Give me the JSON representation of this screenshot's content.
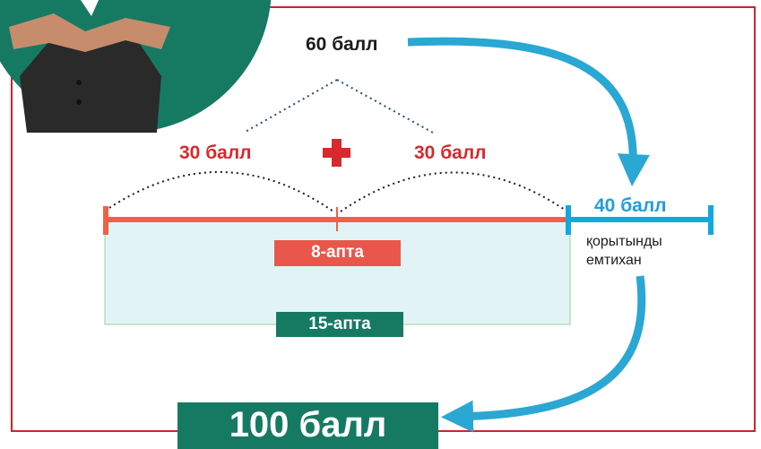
{
  "top_score": "60 балл",
  "left_half": "30 балл",
  "right_half": "30 балл",
  "exam_score": "40 балл",
  "exam_note": [
    "қорытынды",
    "емтихан"
  ],
  "week_8_label": "8-апта",
  "week_15_label": "15-апта",
  "total_score": "100 балл",
  "colors": {
    "frame": "#c8262c",
    "timeline": "#ef6145",
    "exam_blue": "#11a8e0",
    "arrow_blue": "#2aa7d3",
    "plus_red": "#d62a2e",
    "week8_bg": "#e8574a",
    "teal": "#167a63",
    "area_fill": "#e2f3f6",
    "area_border": "#9bd19b"
  }
}
